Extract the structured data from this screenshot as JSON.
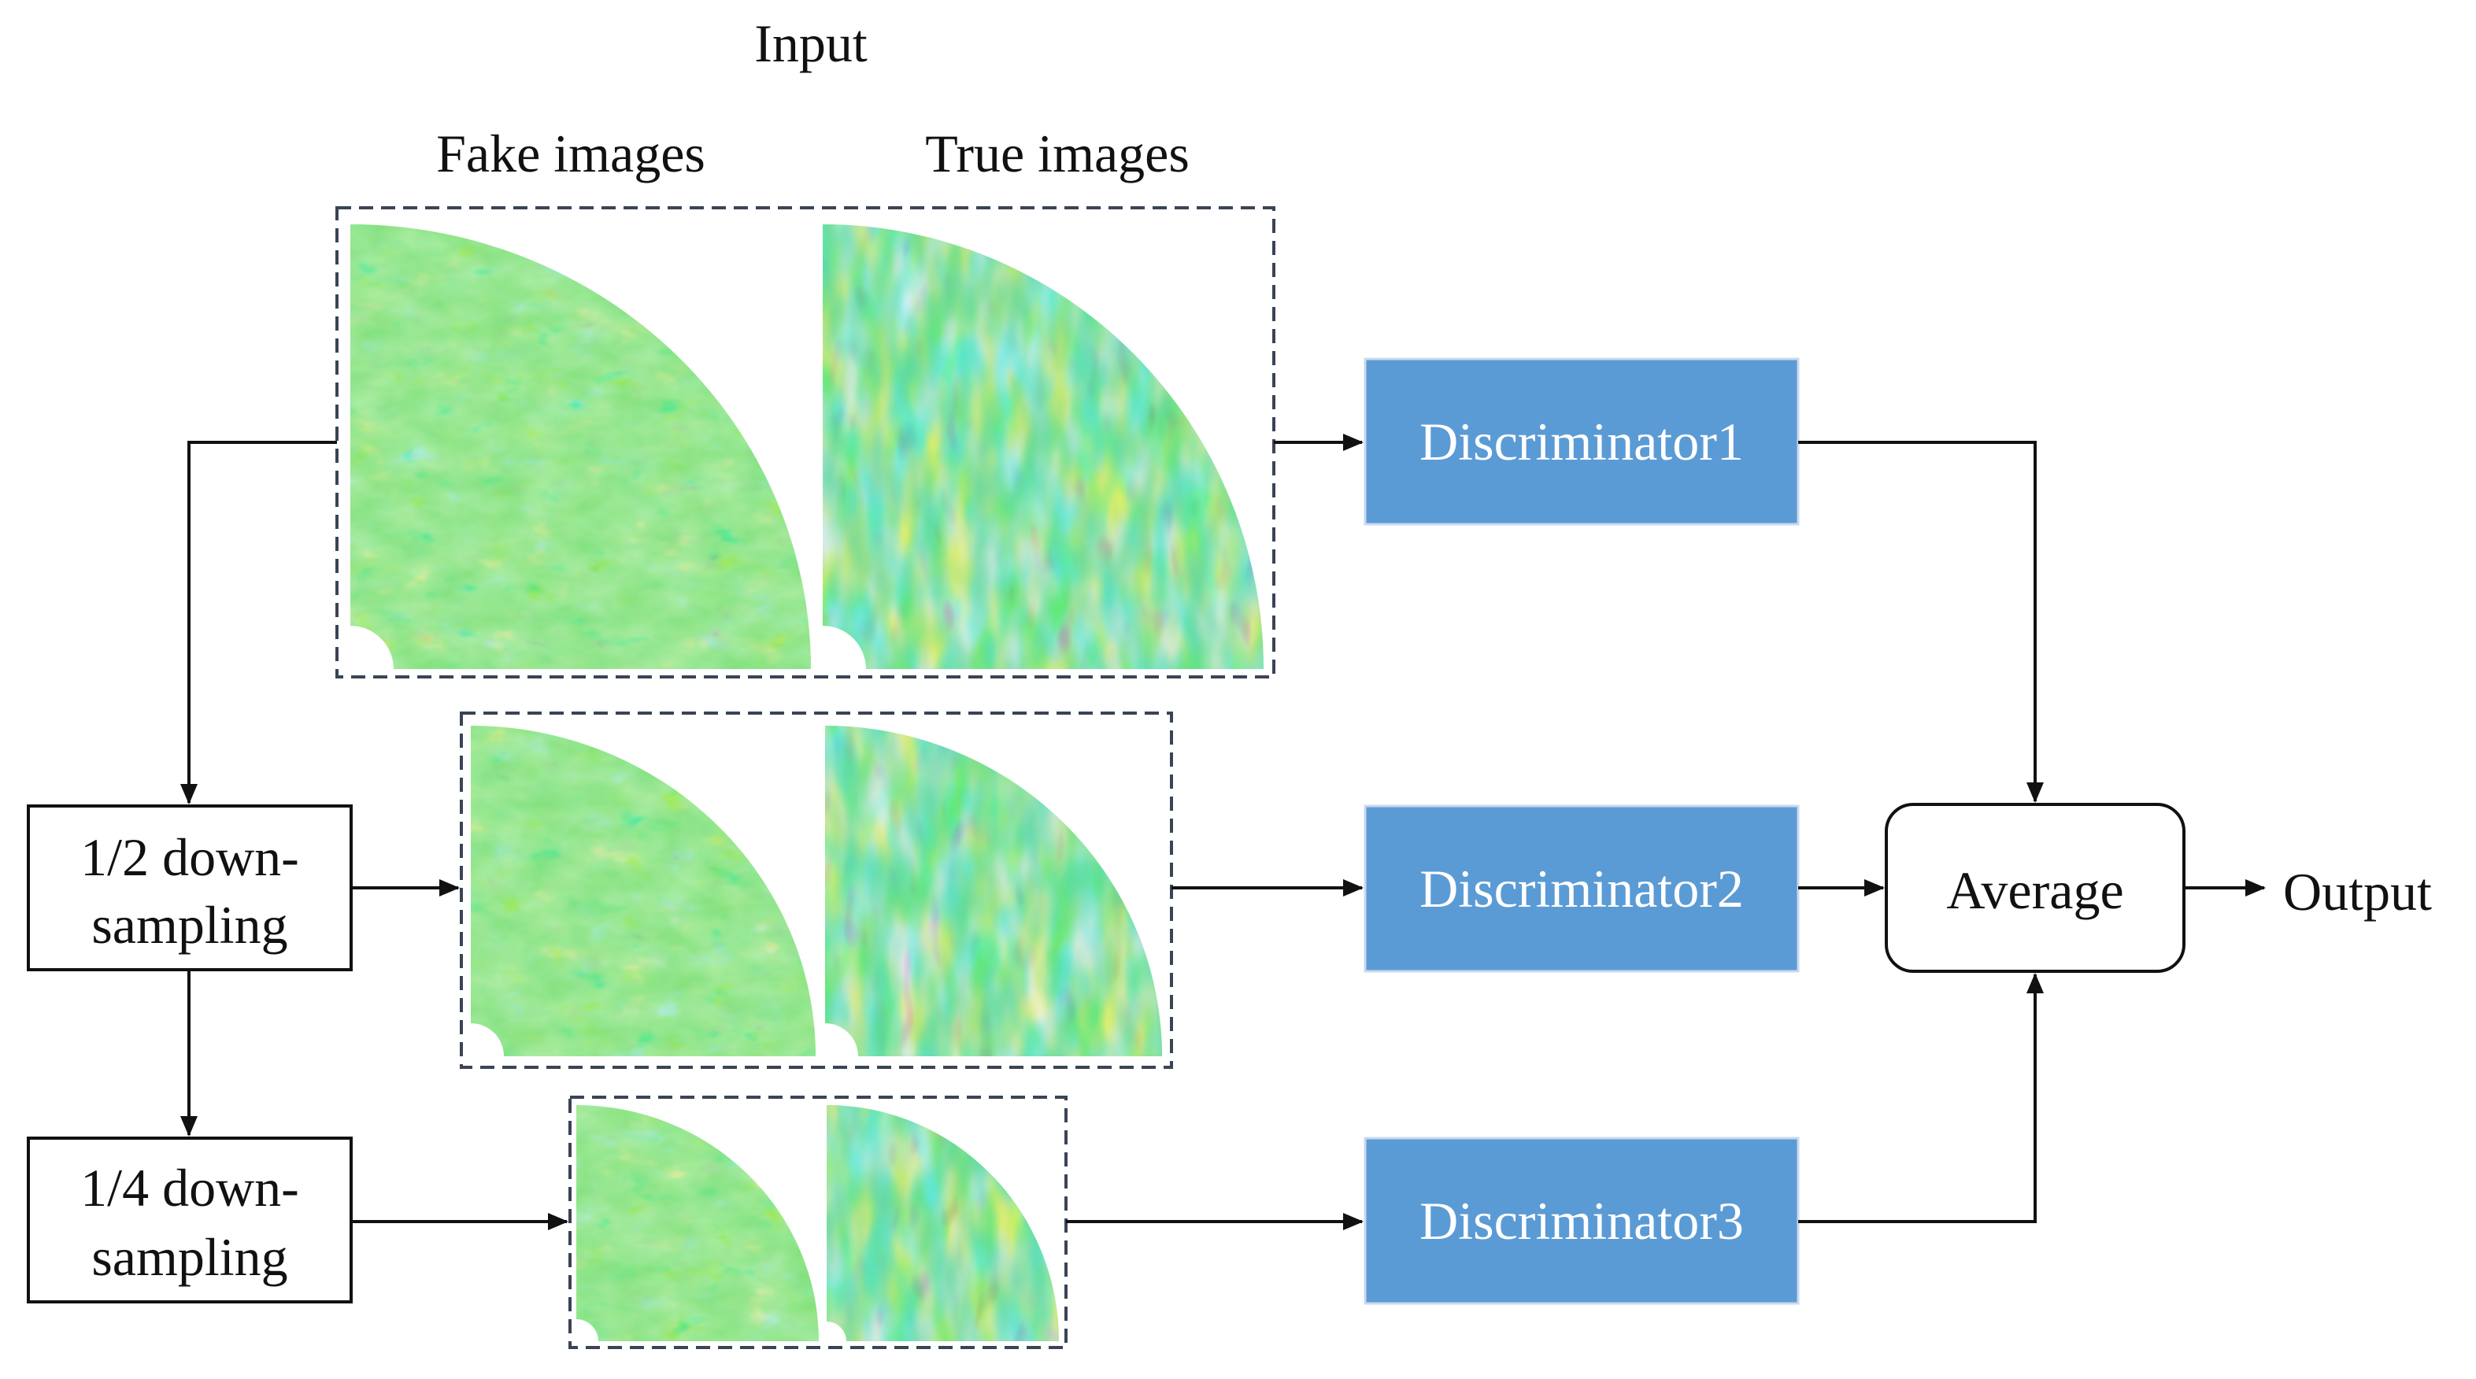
{
  "labels": {
    "input": "Input",
    "fake": "Fake images",
    "true": "True images",
    "output": "Output"
  },
  "downsample": [
    {
      "line1": "1/2 down-",
      "line2": "sampling"
    },
    {
      "line1": "1/4 down-",
      "line2": "sampling"
    }
  ],
  "discriminators": [
    "Discriminator1",
    "Discriminator2",
    "Discriminator3"
  ],
  "average": "Average",
  "colors": {
    "discriminator_fill": "#5b9bd5",
    "field_background": "#7fe07a",
    "field_red": "#d7191c",
    "field_yellow": "#ffd21f",
    "field_blue": "#2166ff",
    "field_cyan": "#21c4e8"
  }
}
